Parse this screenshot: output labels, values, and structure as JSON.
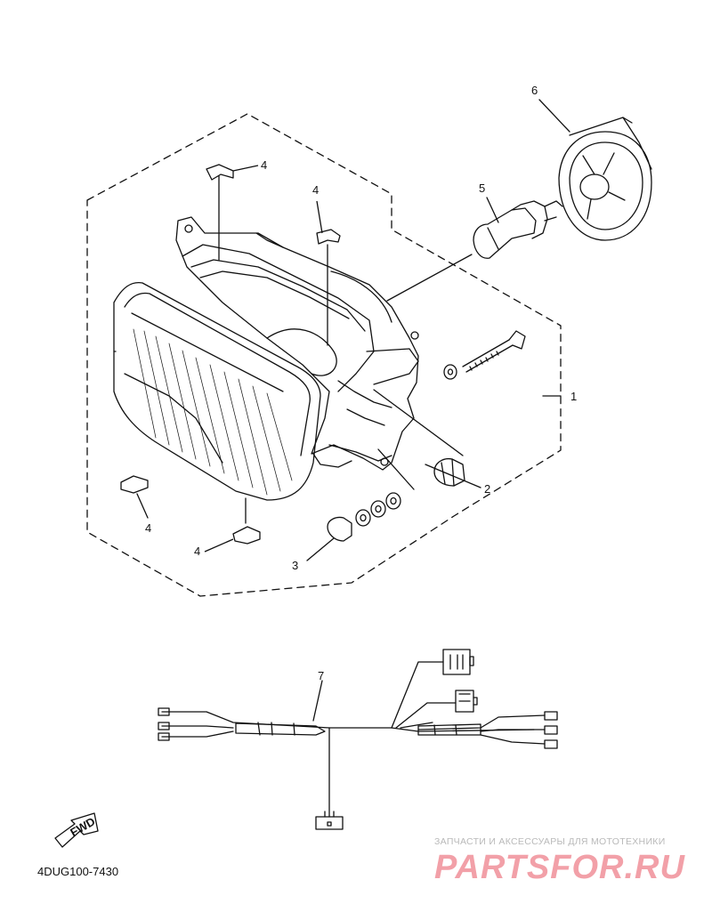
{
  "callouts": {
    "c1": "1",
    "c2": "2",
    "c3": "3",
    "c4a": "4",
    "c4b": "4",
    "c4c": "4",
    "c4d": "4",
    "c5": "5",
    "c6": "6",
    "c7": "7"
  },
  "fwd_label": "FWD",
  "diagram_code": "4DUG100-7430",
  "watermark": {
    "tagline": "ЗАПЧАСТИ И АКСЕССУАРЫ ДЛЯ МОТОТЕХНИКИ",
    "logo": "PARTSFOR.RU"
  },
  "colors": {
    "line": "#111111",
    "watermark_logo": "#f2a0a8",
    "watermark_text": "#b9b9b9"
  }
}
